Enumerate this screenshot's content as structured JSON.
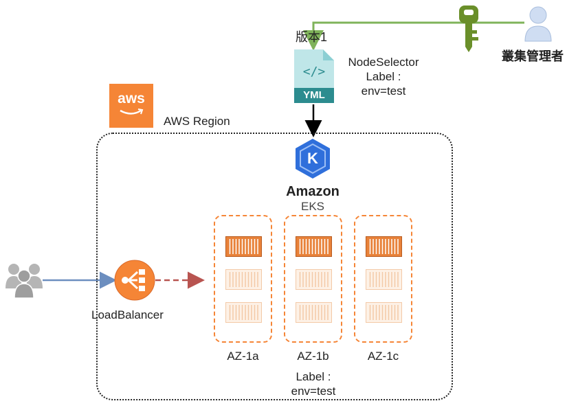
{
  "version_label": "版本1",
  "yaml": {
    "badge": "YML",
    "code_glyph": "</>",
    "note_lines": [
      "NodeSelector",
      "Label :",
      "env=test"
    ]
  },
  "admin": {
    "label": "叢集管理者"
  },
  "aws": {
    "logo_text": "aws",
    "region_label": "AWS Region"
  },
  "eks": {
    "icon_letter": "K",
    "name": "Amazon",
    "sub": "EKS"
  },
  "load_balancer": {
    "label": "LoadBalancer"
  },
  "zones": [
    {
      "label": "AZ-1a"
    },
    {
      "label": "AZ-1b"
    },
    {
      "label": "AZ-1c"
    }
  ],
  "zone_note_lines": [
    "Label :",
    "env=test"
  ],
  "colors": {
    "aws_orange": "#F58536",
    "eks_blue": "#2F6FDB",
    "yaml_teal": "#2C8C8F",
    "admin_green": "#7FB35A",
    "user_blue": "#CFDDF2",
    "users_gray": "#B5B5B5",
    "lb_arrow_blue": "#6C8EBF",
    "dashed_red": "#B85450",
    "key_green": "#6A8F2A"
  }
}
